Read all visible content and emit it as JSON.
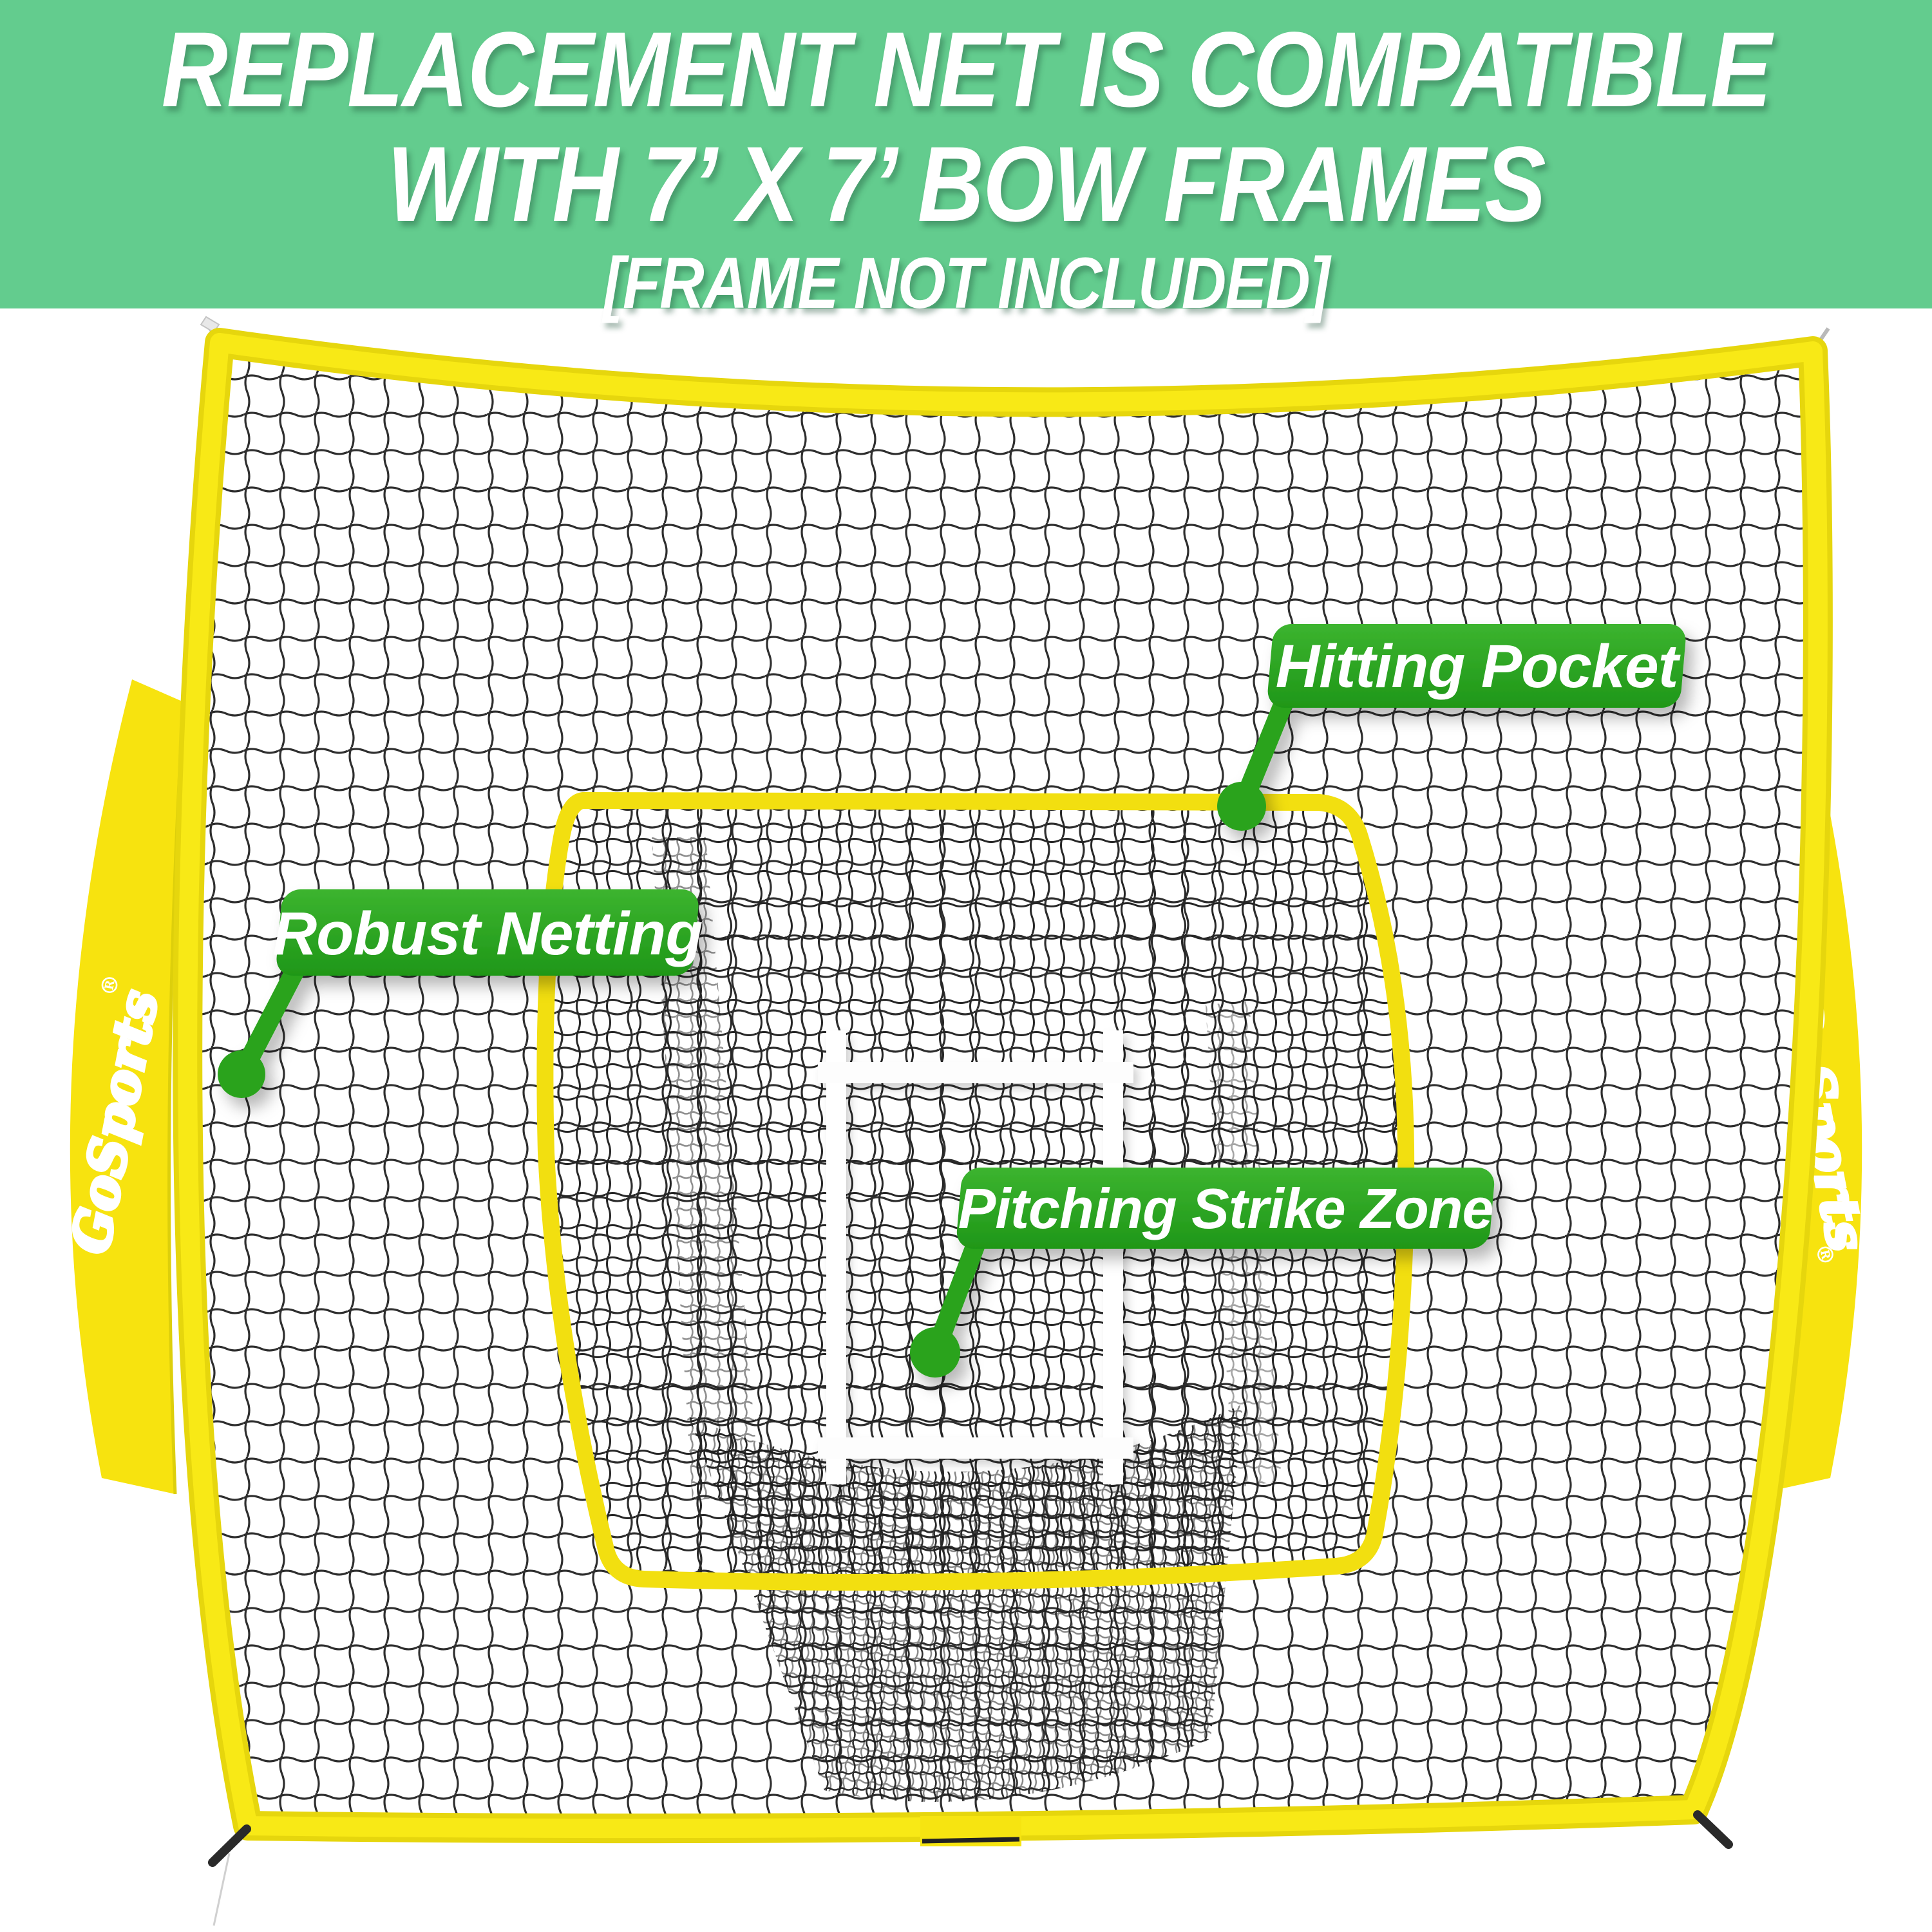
{
  "header": {
    "line1": "REPLACEMENT NET IS COMPATIBLE",
    "line2": "WITH 7’ X 7’ BOW FRAMES",
    "line3": "[FRAME NOT INCLUDED]",
    "bg_color": "#63cc8e",
    "text_color": "#ffffff"
  },
  "callouts": {
    "hitting_pocket": "Hitting Pocket",
    "robust_netting": "Robust Netting",
    "pitching_strike_zone": "Pitching Strike Zone",
    "label_green": "#2ca31f",
    "label_text_color": "#ffffff"
  },
  "brand": {
    "name": "GoSports",
    "registered_mark": "®"
  },
  "product": {
    "trim_yellow": "#f6e411",
    "wing_yellow": "#f7e30f",
    "net_line_color": "#2e2e2e",
    "strike_zone_color": "#ffffff",
    "background": "#ffffff"
  }
}
